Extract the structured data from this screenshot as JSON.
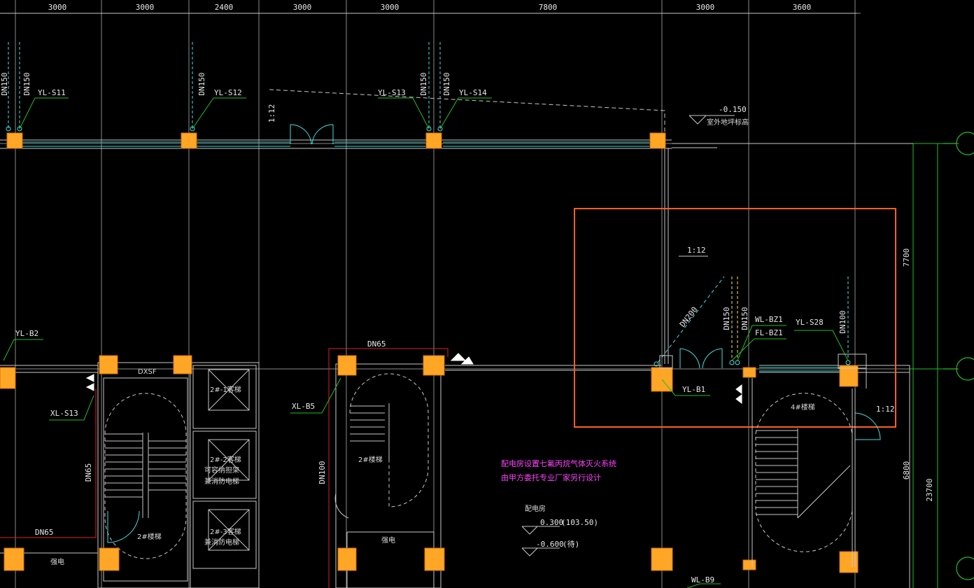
{
  "colors": {
    "grid": "#8a8a8a",
    "column": "#ffa626",
    "column_edge": "#d07000",
    "wall": "#c8c8c8",
    "window": "#40e0e0",
    "pipe": "#40e0e0",
    "pipe_yellow": "#ffe060",
    "leader": "#20c020",
    "red": "#e02020",
    "highlight": "#ff6020",
    "magenta": "#ff40ff",
    "axis_circle": "#20c020"
  },
  "dimensions_top": [
    "3000",
    "3000",
    "2400",
    "3000",
    "3000",
    "7800",
    "3000",
    "3600"
  ],
  "dimensions_right": [
    "7700",
    "6800",
    "23700"
  ],
  "labels": {
    "yl_s11": "YL-S11",
    "yl_s12": "YL-S12",
    "yl_s13": "YL-S13",
    "yl_s14": "YL-S14",
    "yl_b2": "YL-B2",
    "xl_s13": "XL-S13",
    "xl_b5": "XL-B5",
    "yl_b1": "YL-B1",
    "wl_bz1": "WL-BZ1",
    "fl_bz1": "FL-BZ1",
    "yl_s28": "YL-S28",
    "wl_b9": "WL-B9",
    "dn150": "DN150",
    "dn100": "DN100",
    "dn65": "DN65",
    "dn200": "DN200",
    "slope": "1:12",
    "dxsf": "DXSF",
    "elev_outdoor": "-0.150",
    "outdoor_text": "室外地坪标高",
    "stair_2": "2#楼梯",
    "stair_4": "4#楼梯",
    "elev_2_1": "2#-1客梯",
    "elev_2_2": "2#-2客梯",
    "elev_2_2_sub1": "可容纳担架",
    "elev_2_2_sub2": "兼消防电梯",
    "elev_2_3": "2#-3客梯",
    "elev_2_3_sub": "兼消防电梯",
    "room_power": "强电",
    "room_power2": "强电",
    "room_distribution": "配电房",
    "elev_a": "0.300",
    "elev_a_paren": "(103.50)",
    "elev_b": "-0.600",
    "elev_b_paren": "(待)",
    "note_line1": "配电房设置七氟丙烷气体灭火系统",
    "note_line2": "由甲方委托专业厂家另行设计"
  }
}
